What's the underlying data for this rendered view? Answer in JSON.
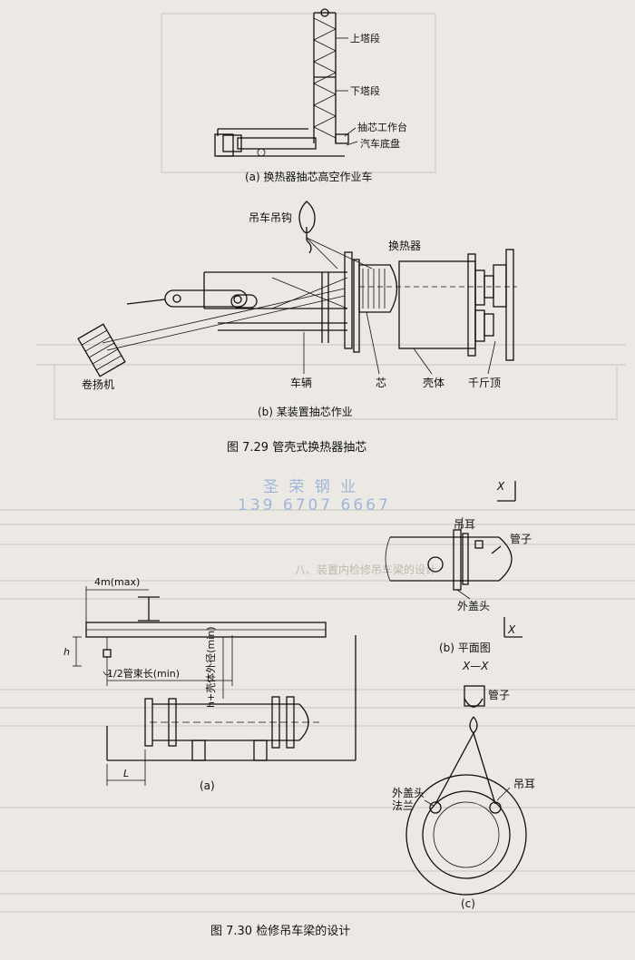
{
  "fig729": {
    "sub_a": {
      "labels": [
        "上塔段",
        "下塔段",
        "抽芯工作台",
        "汽车底盘"
      ],
      "caption": "(a) 换热器抽芯高空作业车"
    },
    "sub_b": {
      "labels": [
        "吊车吊钩",
        "换热器",
        "卷扬机",
        "车辆",
        "芯",
        "壳体",
        "千斤顶"
      ],
      "caption": "(b) 某装置抽芯作业"
    },
    "caption": "图 7.29   管壳式换热器抽芯"
  },
  "fig730": {
    "section_mark": "X",
    "plan": {
      "labels": [
        "吊耳",
        "管子",
        "外盖头",
        "X"
      ],
      "caption": "(b) 平面图"
    },
    "elevation": {
      "dim_top": "4m(max)",
      "dim_h": "h",
      "dim_half": "1/2管束长(min)",
      "dim_vertical": "h+壳体外径(min)",
      "dim_L": "L",
      "caption": "(a)"
    },
    "section": {
      "title": "X—X",
      "labels": [
        "管子",
        "外盖头",
        "法兰",
        "吊耳"
      ],
      "caption": "(c)"
    },
    "caption": "图 7.30   检修吊车梁的设计"
  },
  "watermark": {
    "line1": "圣 荣 钢 业",
    "line2": "139 6707 6667"
  },
  "bleed_text": [
    "八、装置内检修吊车梁的设计"
  ]
}
